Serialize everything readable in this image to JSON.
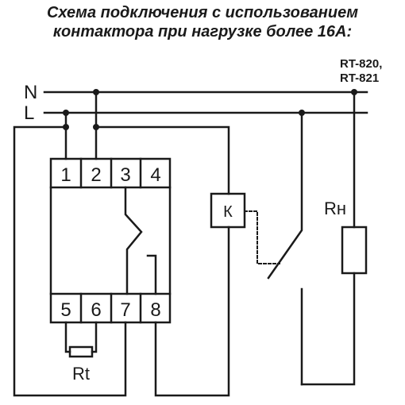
{
  "title": {
    "line1": "Схема подключения с использованием",
    "line2": "контактора при нагрузке более 16А:"
  },
  "rails": {
    "n_label": "N",
    "l_label": "L"
  },
  "device": {
    "model_line1": "RT-820,",
    "model_line2": "RT-821",
    "top_terminals": [
      "1",
      "2",
      "3",
      "4"
    ],
    "bottom_terminals": [
      "5",
      "6",
      "7",
      "8"
    ]
  },
  "contactor_coil_label": "К",
  "load_label": "Rн",
  "sensor_label": "Rt",
  "colors": {
    "line": "#1a1a1a",
    "text": "#1a1a1a",
    "background": "#ffffff"
  }
}
